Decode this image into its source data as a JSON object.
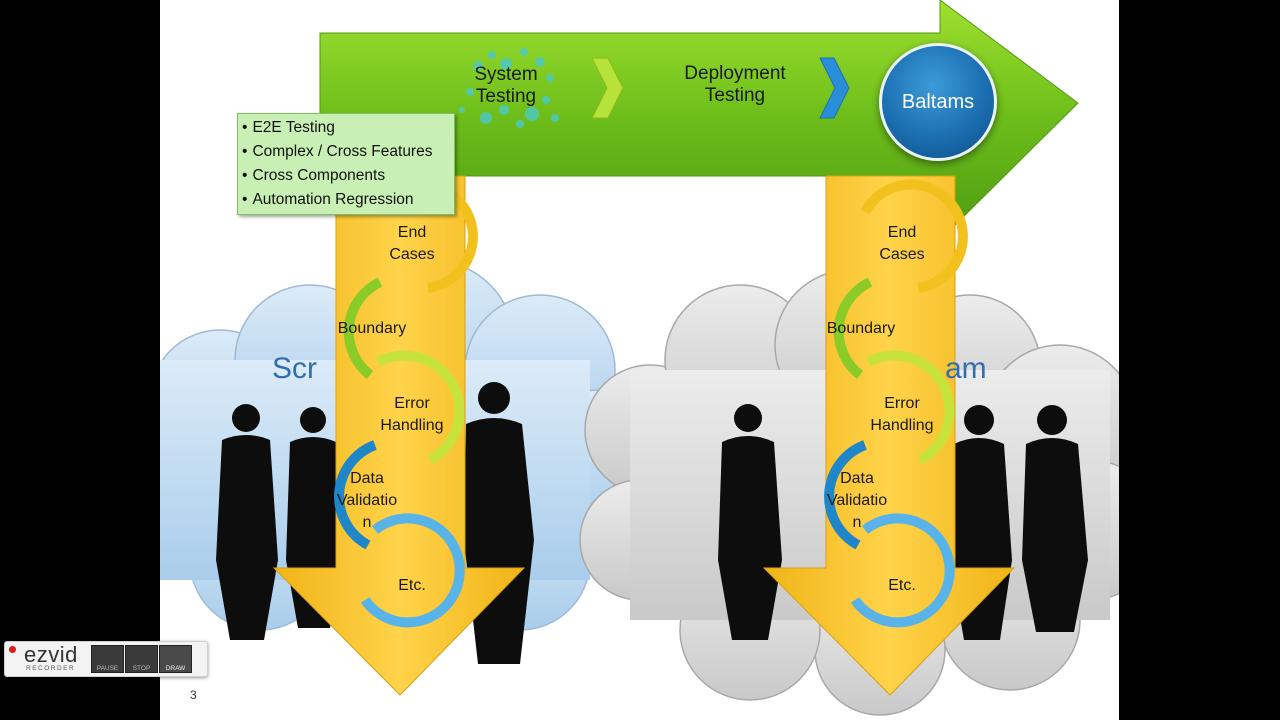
{
  "flow": {
    "stages": [
      "System\nTesting",
      "Deployment\nTesting"
    ],
    "final_stage": "Baltams"
  },
  "callout": {
    "items": [
      "E2E Testing",
      "Complex / Cross Features",
      "Cross Components",
      "Automation Regression"
    ]
  },
  "teams": {
    "left_partial": "Scr",
    "right_partial": "am"
  },
  "loop_steps": [
    "End\nCases",
    "Boundary",
    "Error\nHandling",
    "Data\nValidatio\nn",
    "Etc."
  ],
  "slide_number": "3",
  "recorder": {
    "brand": "ezvid",
    "subtitle": "RECORDER",
    "buttons": [
      "PAUSE",
      "STOP",
      "DRAW"
    ]
  },
  "colors": {
    "green_arrow": "#74c21a",
    "yellow_column": "#f5bd1f",
    "baltams_circle": "#1b6fb0",
    "callout_bg": "#c9f0b4",
    "cloud_left": "#c6dff4",
    "cloud_right": "#d9d9d9"
  }
}
